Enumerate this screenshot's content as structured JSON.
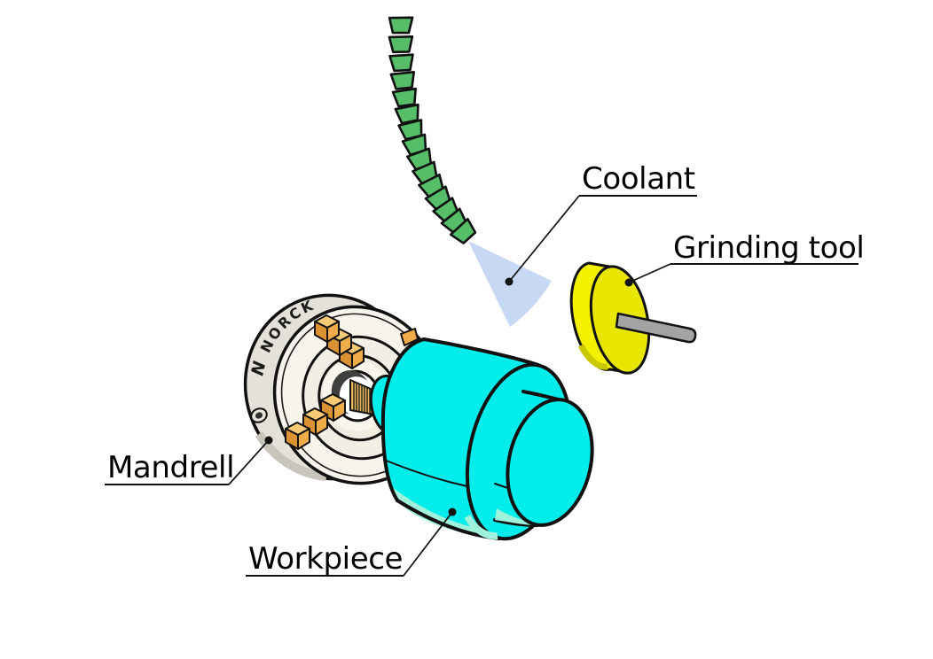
{
  "figure": {
    "type": "technical-illustration",
    "subject": "cylindrical grinding setup",
    "labels": {
      "coolant": "Coolant",
      "grinding_tool": "Grinding tool",
      "mandrell": "Mandrell",
      "workpiece": "Workpiece"
    },
    "chuck_brand": {
      "logo": "N",
      "name": "NORCK"
    },
    "colors": {
      "background": "#FFFFFF",
      "hose_green": "#56BE69",
      "spray_blue": "#C6D8F3",
      "wheel_side_yellow": "#F3F100",
      "wheel_face_yellow": "#E9E700",
      "wheel_shadow_yellow": "#C9C700",
      "shaft_gray": "#A3A3A3",
      "workpiece_cyan": "#00EDEB",
      "workpiece_cyan_light": "#9FF2DC",
      "chuck_side": "#E4E2D8",
      "chuck_side_shadow": "#C8C6BA",
      "chuck_face": "#F7F5EB",
      "chuck_recess": "#F1EFE3",
      "jaw_orange_top": "#F7CB76",
      "jaw_orange_front": "#F0AC49",
      "jaw_orange_side": "#DB9232",
      "thread_gold": "#EAB959",
      "outline": "#000000",
      "label_text": "#000000"
    }
  }
}
